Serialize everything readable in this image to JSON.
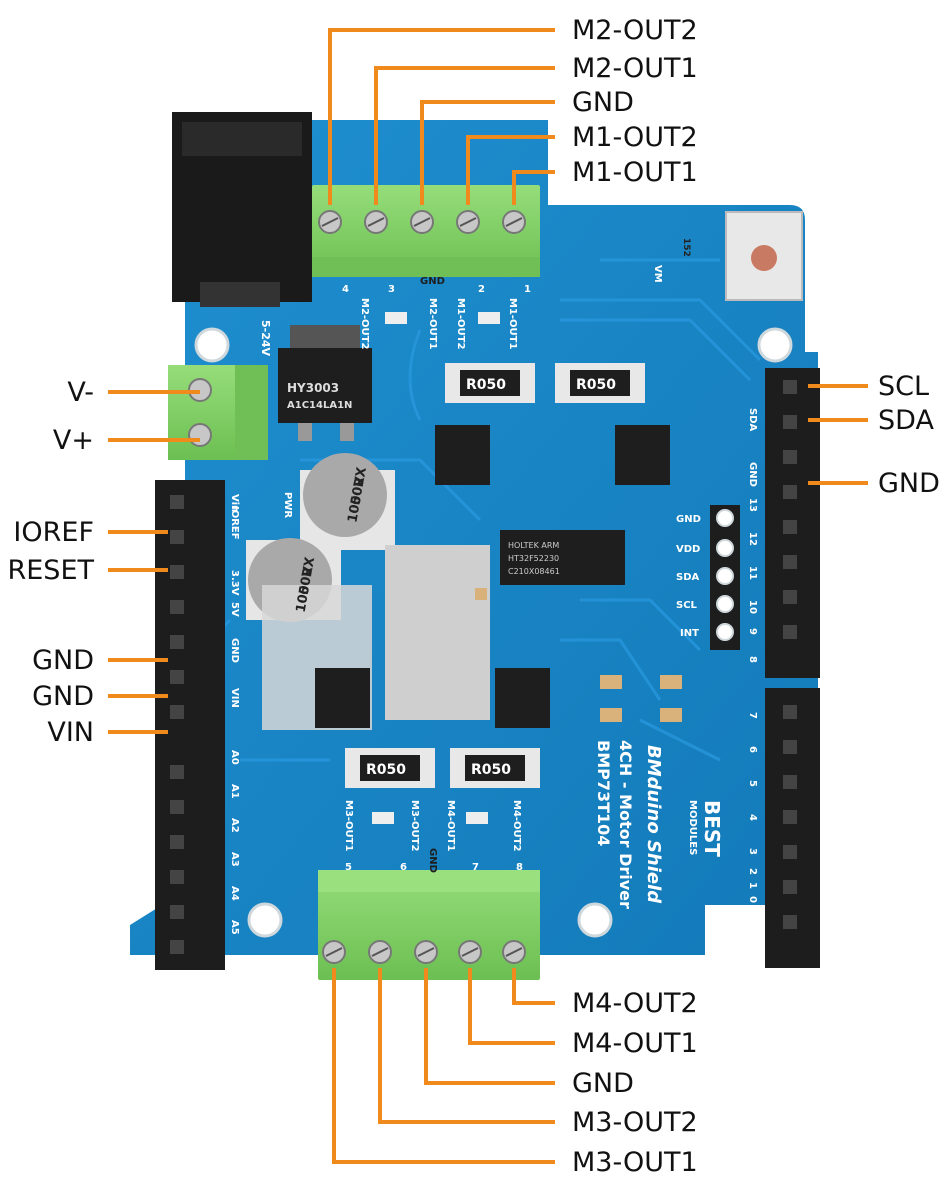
{
  "board": {
    "silk_top": [
      "4",
      "3",
      "GND",
      "2",
      "1"
    ],
    "silk_top_pins": [
      "M2-OUT2",
      "M2-OUT1",
      "M1-OUT2",
      "M1-OUT1"
    ],
    "silk_bottom_pins": [
      "M3-OUT1",
      "M3-OUT2",
      "M4-OUT1",
      "M4-OUT2"
    ],
    "silk_bottom_nums": [
      "5",
      "6",
      "GND",
      "7",
      "8"
    ],
    "input_voltage": "5-24V",
    "regulator_text": [
      "HY3003",
      "A1C14LA1N"
    ],
    "cap_text": [
      "100",
      "50V",
      "RX"
    ],
    "resistor_text": "R050",
    "chip_text": [
      "HOLTEK ARM",
      "HT32F52230",
      "C210X08461"
    ],
    "vm_label": "VM",
    "reset_code": "152",
    "i2c_header": [
      "GND",
      "VDD",
      "SDA",
      "SCL",
      "INT"
    ],
    "left_header_silk": [
      "IOREF",
      "3.3V",
      "5V",
      "GND",
      "VIN"
    ],
    "analog_silk": [
      "A0",
      "A1",
      "A2",
      "A3",
      "A4",
      "A5"
    ],
    "digital_silk_top": [
      "SDA",
      "GND",
      "13",
      "12",
      "11",
      "10",
      "9",
      "8"
    ],
    "digital_silk_bottom": [
      "7",
      "6",
      "5",
      "4",
      "3",
      "2",
      "1",
      "0"
    ],
    "pwr_label": "PWR",
    "vin_label": "Vin",
    "product": [
      "4CH - Motor Driver",
      "BMduino Shield",
      "BMP73T104"
    ],
    "brand": [
      "BEST",
      "MODULES"
    ]
  },
  "callouts": {
    "top": [
      "M2-OUT2",
      "M2-OUT1",
      "GND",
      "M1-OUT2",
      "M1-OUT1"
    ],
    "bottom": [
      "M4-OUT2",
      "M4-OUT1",
      "GND",
      "M3-OUT2",
      "M3-OUT1"
    ],
    "left": [
      "V-",
      "V+",
      "IOREF",
      "RESET",
      "GND",
      "GND",
      "VIN"
    ],
    "right": [
      "SCL",
      "SDA",
      "GND"
    ]
  },
  "colors": {
    "pcb": "#1a87c9",
    "pcb_dark": "#1479b8",
    "terminal": "#86d36a",
    "callout_line": "#f08a1c",
    "header": "#1d1d1d"
  }
}
